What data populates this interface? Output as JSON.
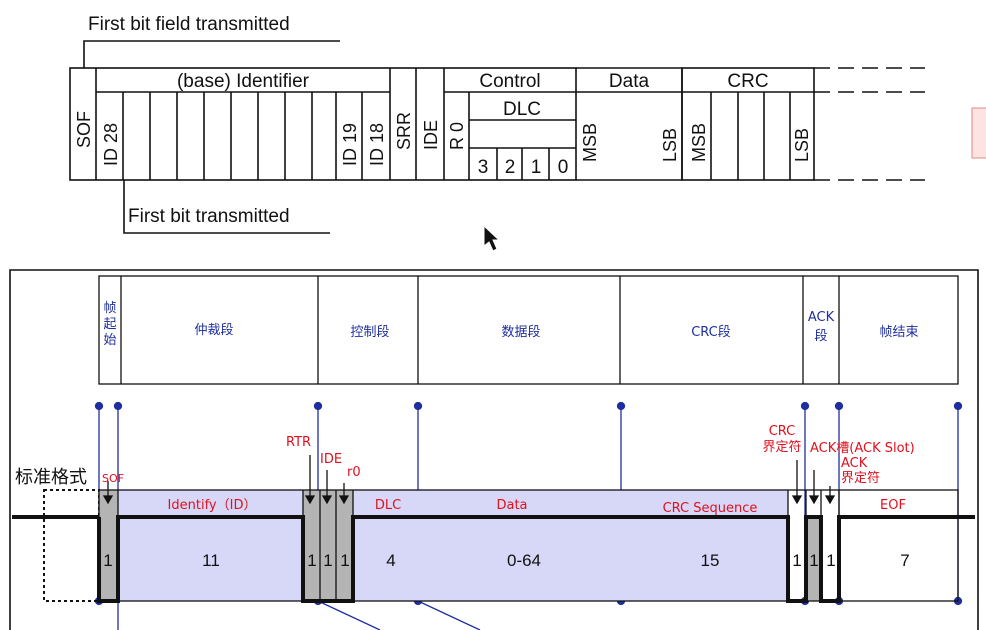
{
  "top_diagram": {
    "caption_first_field": "First bit field transmitted",
    "caption_first_bit": "First bit transmitted",
    "fields": {
      "sof": "SOF",
      "identifier": "(base) Identifier",
      "id28": "ID 28",
      "id19": "ID 19",
      "id18": "ID 18",
      "srr": "SRR",
      "ide": "IDE",
      "control": "Control",
      "r0": "R 0",
      "dlc": "DLC",
      "dlc_bits": [
        "3",
        "2",
        "1",
        "0"
      ],
      "data": "Data",
      "data_msb": "MSB",
      "data_lsb": "LSB",
      "crc": "CRC",
      "crc_msb": "MSB",
      "crc_lsb": "LSB"
    }
  },
  "bottom_diagram": {
    "headers": {
      "sof": "帧起始",
      "arbitration": "仲裁段",
      "control": "控制段",
      "data": "数据段",
      "crc": "CRC段",
      "ack": "ACK段",
      "eof": "帧结束"
    },
    "format_label": "标准格式",
    "markers": {
      "sof": "SOF",
      "rtr": "RTR",
      "ide": "IDE",
      "r0": "r0",
      "crc_delim_1": "CRC",
      "crc_delim_2": "界定符",
      "ack_slot": "ACK槽(ACK Slot)",
      "ack_delim_1": "ACK",
      "ack_delim_2": "界定符"
    },
    "field_names": {
      "identify": "Identify（ID）",
      "dlc": "DLC",
      "data": "Data",
      "crc_sequence": "CRC Sequence",
      "eof": "EOF"
    },
    "bit_counts": {
      "sof": "1",
      "identify": "11",
      "rtr": "1",
      "ide": "1",
      "r0": "1",
      "dlc": "4",
      "data": "0-64",
      "crc": "15",
      "crc_delim": "1",
      "ack_slot": "1",
      "ack_delim": "1",
      "eof": "7"
    }
  },
  "colors": {
    "blue": "#1f2f9e",
    "red": "#e0101e",
    "field_fill": "#d7d7f7",
    "gray_fill": "#b4b4b4"
  }
}
